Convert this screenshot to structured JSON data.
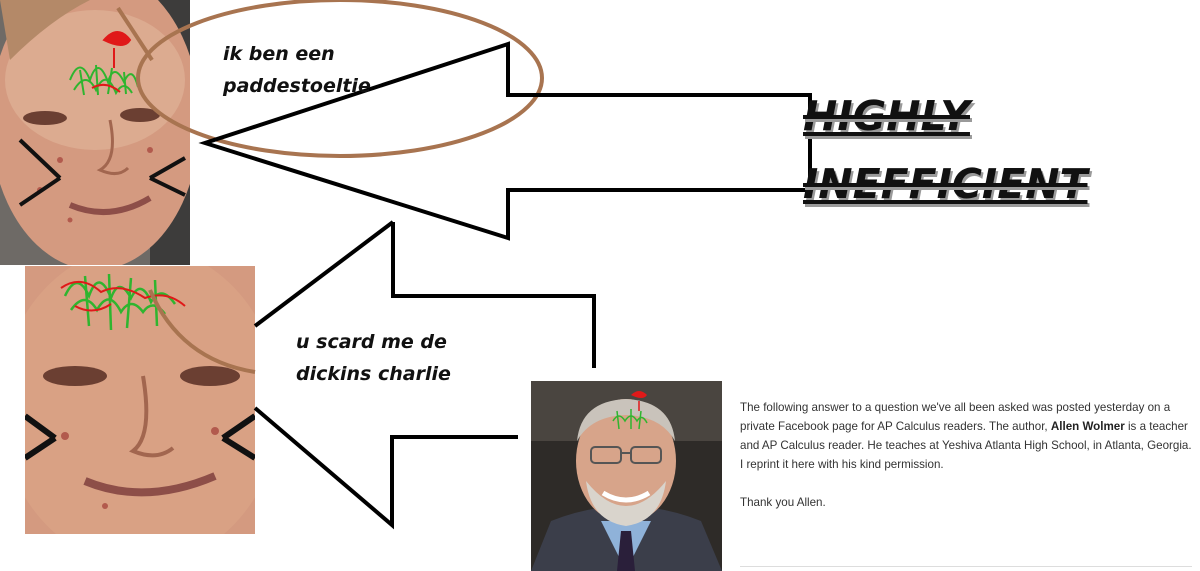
{
  "captions": {
    "mushroom": [
      "ik ben een",
      "paddestoeltie"
    ],
    "scared": [
      "u scard me de",
      "dickins charlie"
    ]
  },
  "big_text": [
    "HIGHLY",
    "INEFFICIENT"
  ],
  "article": {
    "intro_before_name": "The following answer to a question we've all been asked was posted yesterday on a private Facebook page for AP Calculus readers. The author,",
    "author": "Allen Wolmer",
    "intro_after_name": "is a teacher and AP Calculus reader. He teaches at Yeshiva Atlanta High School, in Atlanta, Georgia. I reprint it here with his kind permission.",
    "thanks": "Thank you Allen."
  },
  "colors": {
    "skin": "#d9a184",
    "scribble_green": "#2fb52f",
    "scribble_red": "#e01919",
    "bubble_outline": "#a87450",
    "suit": "#3b3e4a",
    "shirt": "#8fb2d9"
  }
}
